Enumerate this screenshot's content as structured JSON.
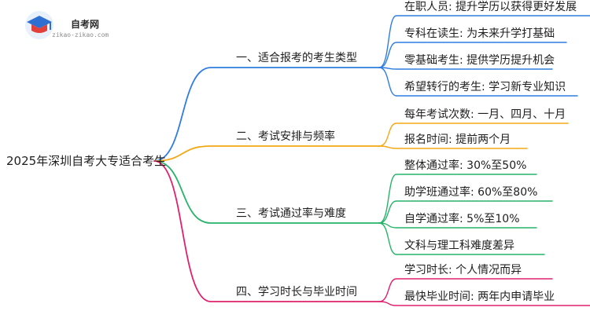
{
  "logo": {
    "name": "自考网",
    "url": "zikao-zikao.com"
  },
  "mindmap": {
    "root": "2025年深圳自考大专适合考生",
    "branches": [
      {
        "label": "一、适合报考的考生类型",
        "color": "#2f7de1",
        "children": [
          "在职人员: 提升学历以获得更好发展",
          "专科在读生: 为未来升学打基础",
          "零基础考生: 提供学历提升机会",
          "希望转行的考生: 学习新专业知识"
        ]
      },
      {
        "label": "二、考试安排与频率",
        "color": "#f2a814",
        "children": [
          "每年考试次数: 一月、四月、十月",
          "报名时间: 提前两个月"
        ]
      },
      {
        "label": "三、考试通过率与难度",
        "color": "#27b36a",
        "children": [
          "整体通过率: 30%至50%",
          "助学班通过率: 60%至80%",
          "自学通过率: 5%至10%",
          "文科与理工科难度差异"
        ]
      },
      {
        "label": "四、学习时长与毕业时间",
        "color": "#e0206e",
        "children": [
          "学习时长: 个人情况而异",
          "最快毕业时间: 两年内申请毕业"
        ]
      }
    ]
  }
}
